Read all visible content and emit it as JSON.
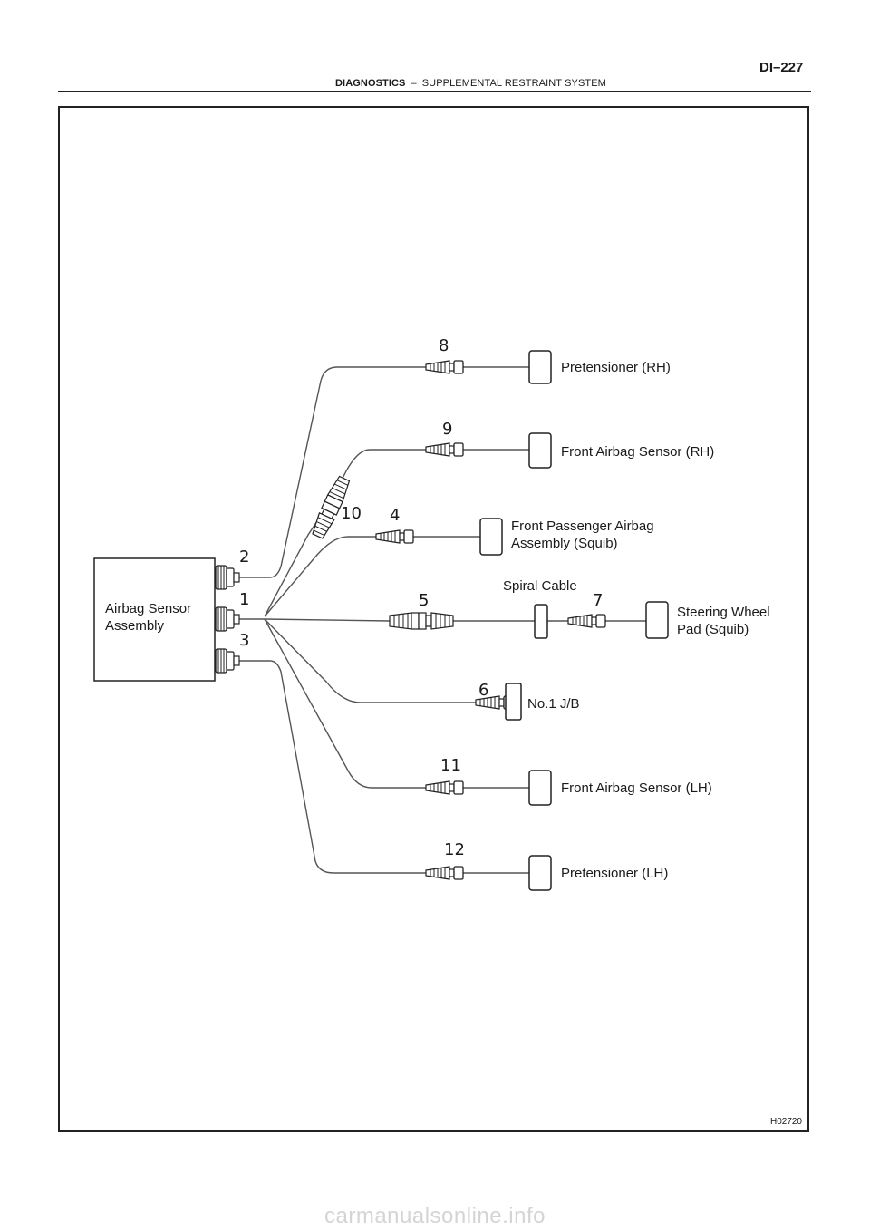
{
  "header": {
    "page_number": "DI–227",
    "section": "DIAGNOSTICS",
    "separator": "–",
    "subsection": "SUPPLEMENTAL RESTRAINT SYSTEM"
  },
  "figure_id": "H02720",
  "components": {
    "airbag_sensor": [
      "Airbag Sensor",
      "Assembly"
    ],
    "pretensioner_rh": "Pretensioner (RH)",
    "front_airbag_sensor_rh": "Front Airbag Sensor (RH)",
    "front_passenger_airbag": [
      "Front Passenger Airbag",
      "Assembly (Squib)"
    ],
    "spiral_cable": "Spiral Cable",
    "steering_wheel_pad": [
      "Steering Wheel",
      "Pad (Squib)"
    ],
    "jb": "No.1 J/B",
    "front_airbag_sensor_lh": "Front Airbag Sensor (LH)",
    "pretensioner_lh": "Pretensioner (LH)"
  },
  "callouts": {
    "c1": "1",
    "c2": "2",
    "c3": "3",
    "c4": "4",
    "c5": "5",
    "c6": "6",
    "c7": "7",
    "c8": "8",
    "c9": "9",
    "c10": "10",
    "c11": "11",
    "c12": "12"
  },
  "watermark": "carmanualsonline.info"
}
